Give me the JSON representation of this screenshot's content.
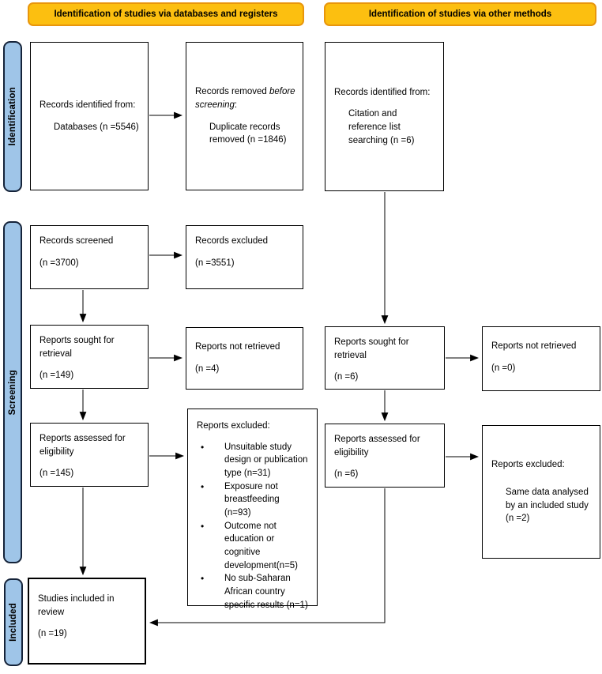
{
  "headers": {
    "databases": "Identification of studies via databases and registers",
    "other": "Identification of studies via other methods"
  },
  "stages": {
    "identification": "Identification",
    "screening": "Screening",
    "included": "Included"
  },
  "boxes": {
    "records_identified_db": {
      "intro": "Records identified from:",
      "detail": "Databases (n =5546)"
    },
    "records_removed": {
      "lead": "Records removed ",
      "emphasis": "before screening",
      "tail": ":",
      "detail": "Duplicate records removed (n =1846)"
    },
    "records_identified_other": {
      "intro": "Records identified from:",
      "detail": "Citation and reference list searching (n =6)"
    },
    "records_screened": {
      "label": "Records screened",
      "count": "(n =3700)"
    },
    "records_excluded": {
      "label": "Records excluded",
      "count": "(n =3551)"
    },
    "reports_sought_db": {
      "label": "Reports sought for retrieval",
      "count": "(n =149)"
    },
    "reports_not_retrieved_db": {
      "label": "Reports not retrieved",
      "count": "(n =4)"
    },
    "reports_assessed_db": {
      "label": "Reports assessed for eligibility",
      "count": "(n =145)"
    },
    "reports_excluded_db": {
      "title": "Reports excluded:",
      "reasons": [
        "Unsuitable study design or publication type (n=31)",
        "Exposure not breastfeeding (n=93)",
        "Outcome not education or cognitive development(n=5)",
        "No sub-Saharan African country specific results (n=1)"
      ]
    },
    "reports_sought_other": {
      "label": "Reports sought for retrieval",
      "count": "(n =6)"
    },
    "reports_not_retrieved_other": {
      "label": "Reports not retrieved",
      "count": "(n =0)"
    },
    "reports_assessed_other": {
      "label": "Reports assessed for eligibility",
      "count": "(n =6)"
    },
    "reports_excluded_other": {
      "title": "Reports excluded:",
      "detail": "Same data analysed by an included study (n =2)"
    },
    "studies_included": {
      "label": "Studies included in review",
      "count": "(n =19)"
    }
  },
  "colors": {
    "header_fill": "#FCBF10",
    "header_border": "#E8960C",
    "stage_fill": "#9FC5E8",
    "stage_border": "#152339",
    "box_border": "#000000"
  }
}
